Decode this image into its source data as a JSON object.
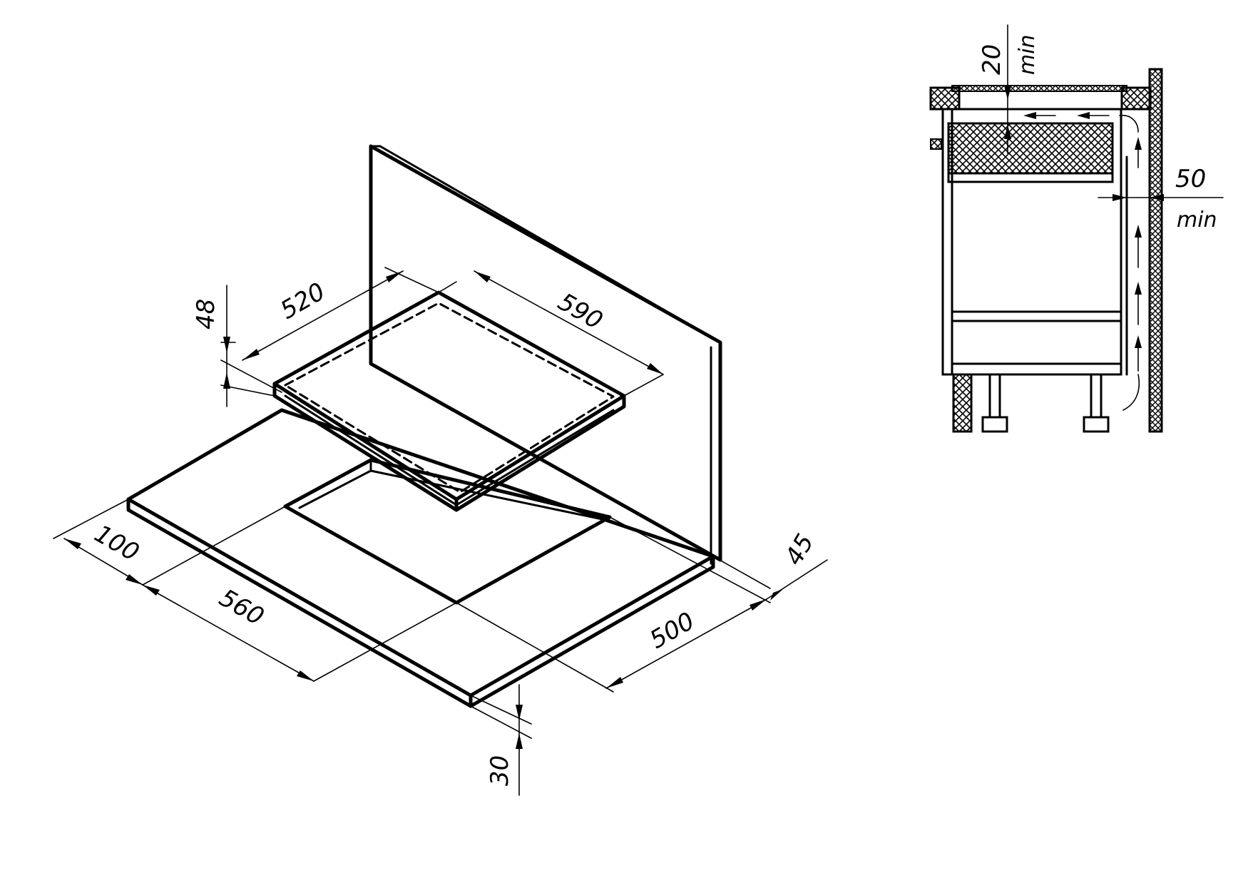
{
  "iso_view": {
    "dim_worktop_depth": "520",
    "dim_worktop_width": "590",
    "dim_hob_height": "48",
    "dim_front_margin": "100",
    "dim_cutout_width": "560",
    "dim_cutout_depth": "500",
    "dim_rear_margin": "45",
    "dim_worktop_thickness": "30"
  },
  "section_view": {
    "dim_top_clearance": "20",
    "dim_top_clearance_note": "min",
    "dim_rear_gap": "50",
    "dim_rear_gap_note": "min"
  },
  "colors": {
    "line": "#000000",
    "background": "#ffffff"
  }
}
